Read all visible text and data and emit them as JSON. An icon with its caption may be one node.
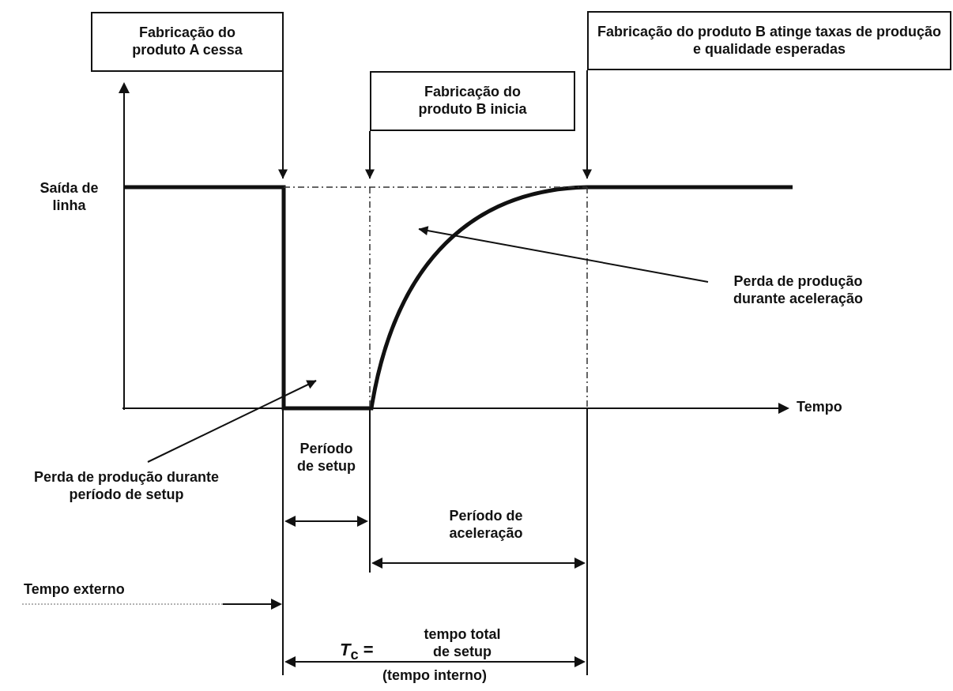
{
  "diagram": {
    "nodes": [
      {
        "text": [
          "Fabricação do produto A cessa"
        ]
      },
      {
        "text": [
          "Fabricação do produto B inicia"
        ]
      },
      {
        "text": [
          "Fabricação do produto B atinge taxas de produção e qualidade esperadas"
        ]
      },
      {
        "text": [
          "Perda de produção durante aceleração"
        ]
      },
      {
        "text": [
          "Perda de produção durante período de setup"
        ]
      }
    ],
    "edges": [
      {
        "from": 0,
        "to": null,
        "arrow": "to"
      },
      {
        "from": 1,
        "to": null,
        "arrow": "to"
      },
      {
        "from": 2,
        "to": null,
        "arrow": "to"
      },
      {
        "from": 3,
        "to": null,
        "arrow": "to"
      },
      {
        "from": 4,
        "to": null,
        "arrow": "to"
      }
    ],
    "labels": [
      "Saída de linha",
      "Tempo",
      "Período de setup",
      "Período de aceleração",
      "Tempo externo",
      "*T*$_{c}$ =",
      "tempo total de setup",
      "(tempo interno)"
    ]
  }
}
